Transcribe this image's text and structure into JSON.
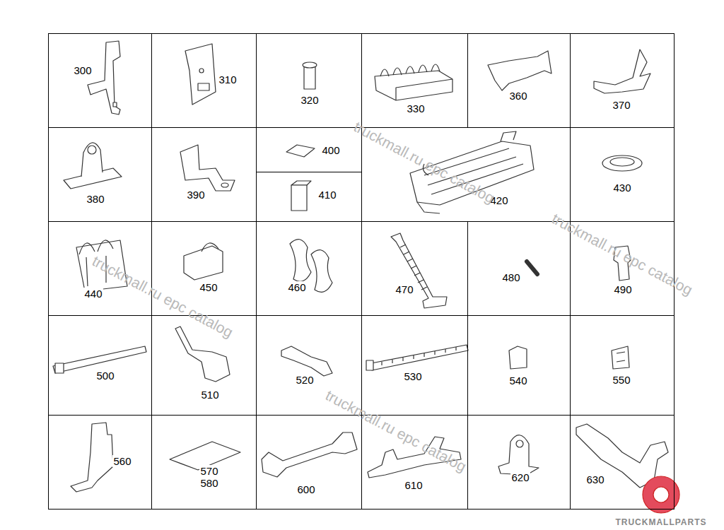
{
  "diagram": {
    "nodes": [
      {
        "text": [
          "300"
        ]
      },
      {
        "text": [
          "310"
        ]
      },
      {
        "text": [
          "320"
        ]
      },
      {
        "text": [
          "330"
        ]
      },
      {
        "text": [
          "360"
        ]
      },
      {
        "text": [
          "370"
        ]
      },
      {
        "text": [
          "380"
        ]
      },
      {
        "text": [
          "390"
        ]
      },
      {
        "text": [
          "400"
        ]
      },
      {
        "text": [
          "410"
        ]
      },
      {
        "text": [
          "420"
        ]
      },
      {
        "text": [
          "430"
        ]
      },
      {
        "text": [
          "440"
        ]
      },
      {
        "text": [
          "450"
        ]
      },
      {
        "text": [
          "460"
        ]
      },
      {
        "text": [
          "470"
        ]
      },
      {
        "text": [
          "480"
        ]
      },
      {
        "text": [
          "490"
        ]
      },
      {
        "text": [
          "500"
        ]
      },
      {
        "text": [
          "510"
        ]
      },
      {
        "text": [
          "520"
        ]
      },
      {
        "text": [
          "530"
        ]
      },
      {
        "text": [
          "540"
        ]
      },
      {
        "text": [
          "550"
        ]
      },
      {
        "text": [
          "560"
        ]
      },
      {
        "text": [
          "570",
          "580"
        ]
      },
      {
        "text": [
          "600"
        ]
      },
      {
        "text": [
          "610"
        ]
      },
      {
        "text": [
          "620"
        ]
      },
      {
        "text": [
          "630"
        ]
      }
    ],
    "labels": [
      "truckmall.ru epc catalog",
      "truckmall.ru epc catalog",
      "truckmall.ru epc catalog",
      "truckmall.ru epc catalog",
      "TRUCKMALLPARTS"
    ]
  }
}
